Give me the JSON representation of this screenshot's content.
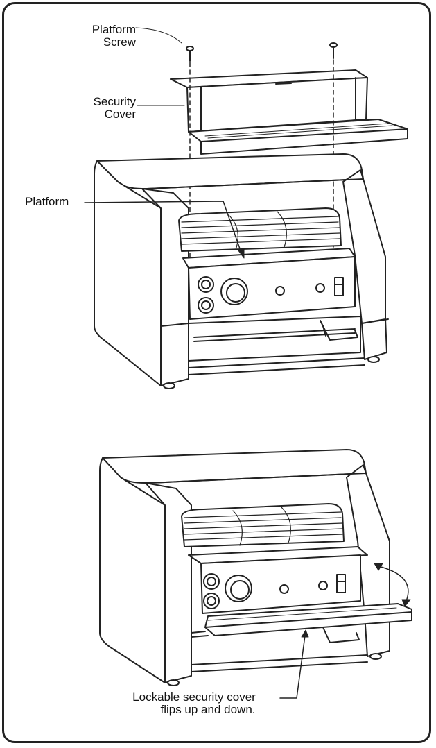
{
  "labels": {
    "platform_screw_line1": "Platform",
    "platform_screw_line2": "Screw",
    "security_cover_line1": "Security",
    "security_cover_line2": "Cover",
    "platform": "Platform",
    "lockable_line1": "Lockable security cover",
    "lockable_line2": "flips up and down."
  },
  "icons": {
    "top_toaster": "conveyor-toaster-with-security-cover-exploded",
    "bottom_toaster": "conveyor-toaster-with-cover-open",
    "flip_arrow": "curved-double-arrow-icon"
  }
}
